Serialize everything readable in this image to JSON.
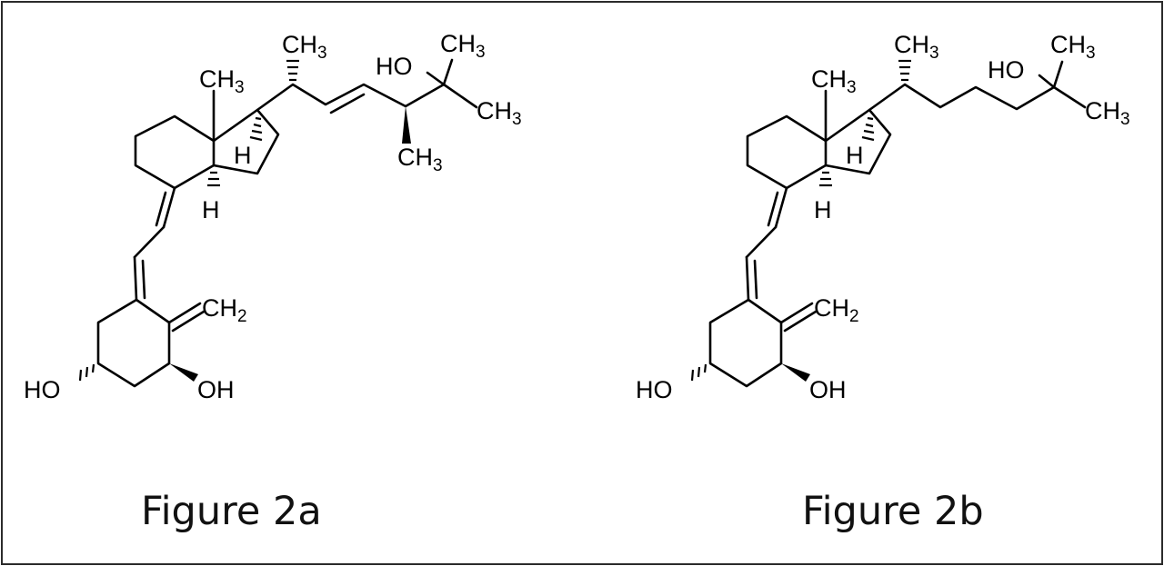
{
  "figures": [
    {
      "caption": "Figure 2a",
      "labels": {
        "me_ring": "CH",
        "me_side": "CH",
        "me_side2": "CH",
        "me_tail1": "CH",
        "me_tail2": "CH",
        "ho_tail": "HO",
        "h_upper": "H",
        "h_lower": "H",
        "ch2": "CH",
        "ho_left": "HO",
        "oh_right": "OH",
        "sub3": "3",
        "sub2": "2"
      }
    },
    {
      "caption": "Figure 2b",
      "labels": {
        "me_ring": "CH",
        "me_side": "CH",
        "me_tail1": "CH",
        "me_tail2": "CH",
        "ho_tail": "HO",
        "h_upper": "H",
        "h_lower": "H",
        "ch2": "CH",
        "ho_left": "HO",
        "oh_right": "OH",
        "sub3": "3",
        "sub2": "2"
      }
    }
  ]
}
